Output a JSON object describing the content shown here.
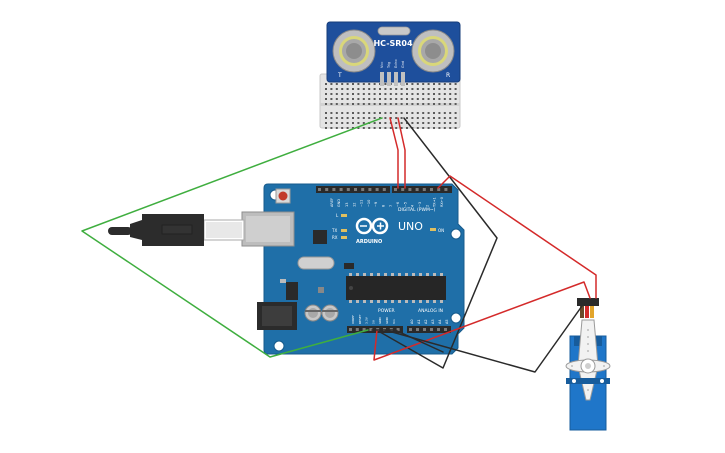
{
  "sensor": {
    "model": "HC-SR04",
    "label_t": "T",
    "label_r": "R",
    "pins": [
      "Vcc",
      "Trig",
      "Echo",
      "Gnd"
    ]
  },
  "arduino": {
    "brand": "ARDUINO",
    "model": "UNO",
    "digital_label": "DIGITAL (PWM~)",
    "power_label": "POWER",
    "analog_label": "ANALOG IN",
    "aref": "AREF",
    "gnd": "GND",
    "l_led": "L",
    "tx": "TX",
    "rx": "RX",
    "on": "ON",
    "digital_pins": [
      "13",
      "12",
      "~11",
      "~10",
      "~9",
      "8",
      "7",
      "~6",
      "~5",
      "4",
      "~3",
      "2",
      "TX→1",
      "RX←0"
    ],
    "power_pins": [
      "IOREF",
      "RESET",
      "3.3V",
      "5V",
      "GND",
      "GND",
      "Vin"
    ],
    "analog_pins": [
      "A0",
      "A1",
      "A2",
      "A3",
      "A4",
      "A5"
    ]
  },
  "colors": {
    "board": "#1f6fa8",
    "board_dark": "#17598a",
    "sensor_pcb": "#1e4f9c",
    "wire_red": "#d42a2a",
    "wire_black": "#2a2a2a",
    "wire_green": "#3fae3f",
    "servo_body": "#1f76c9"
  }
}
